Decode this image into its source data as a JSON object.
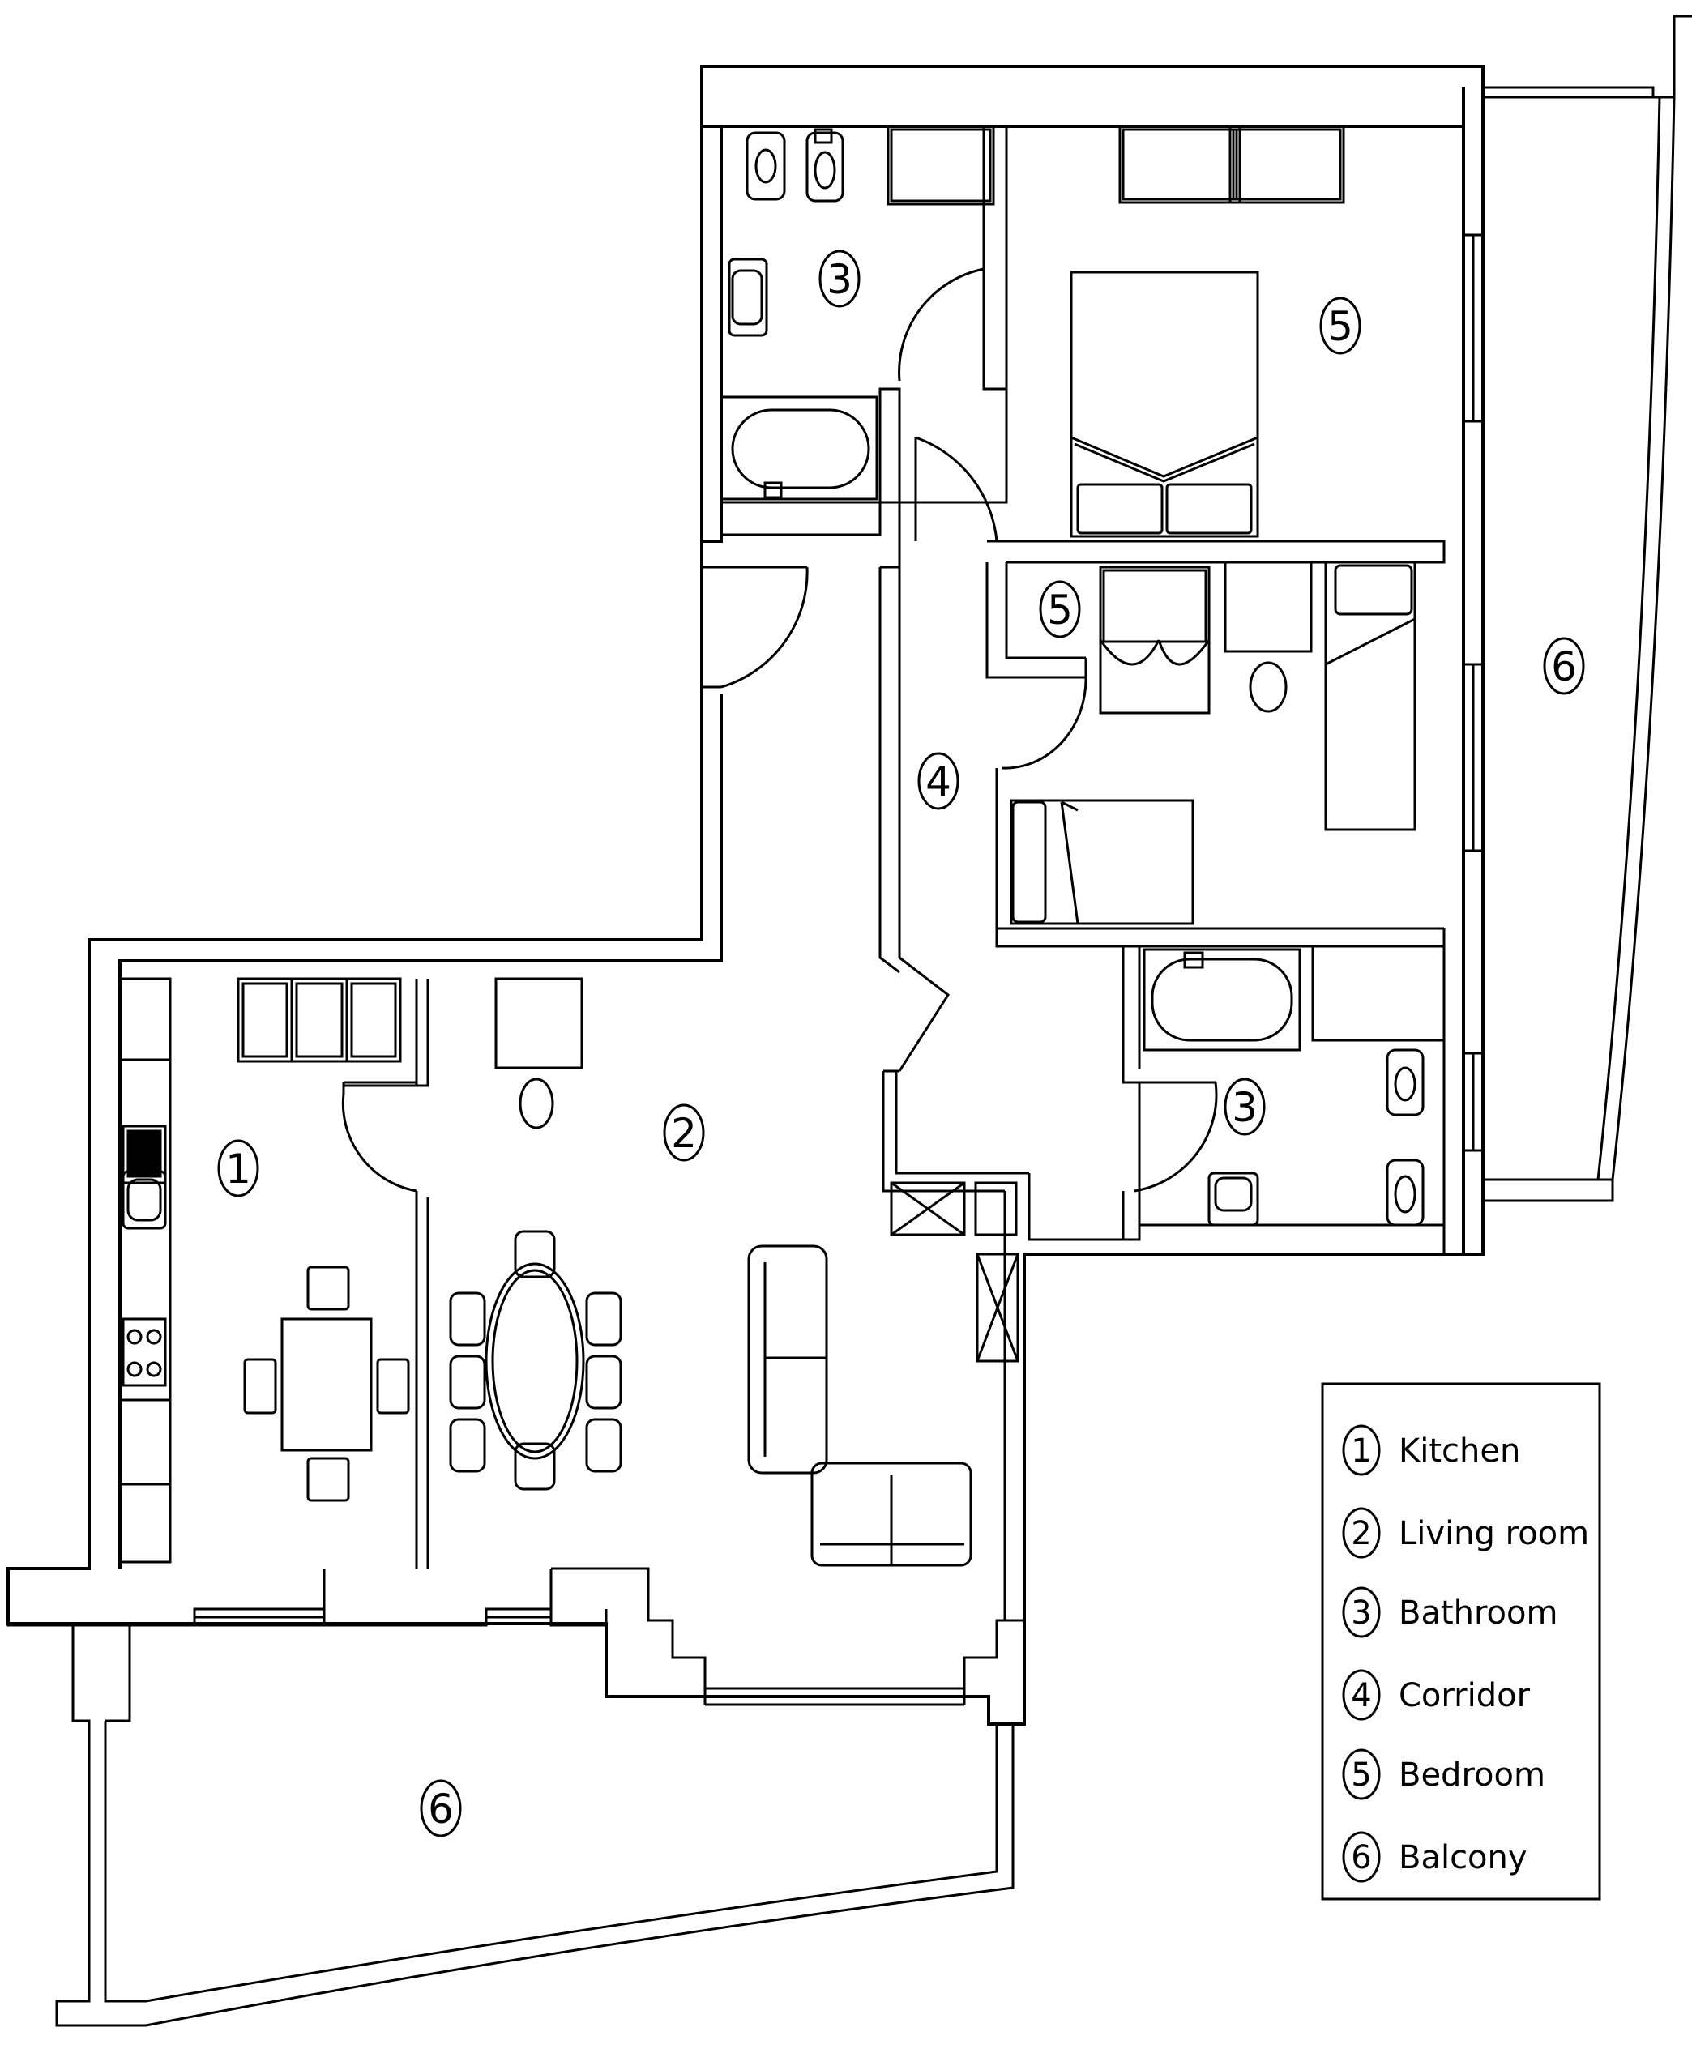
{
  "room_markers": [
    {
      "number": "1",
      "room": "Kitchen"
    },
    {
      "number": "2",
      "room": "Living room"
    },
    {
      "number": "3",
      "room": "Bathroom"
    },
    {
      "number": "3",
      "room": "Bathroom"
    },
    {
      "number": "4",
      "room": "Corridor"
    },
    {
      "number": "5",
      "room": "Bedroom"
    },
    {
      "number": "5",
      "room": "Bedroom"
    },
    {
      "number": "6",
      "room": "Balcony"
    },
    {
      "number": "6",
      "room": "Balcony"
    }
  ],
  "legend": {
    "items": [
      {
        "number": "1",
        "label": "Kitchen"
      },
      {
        "number": "2",
        "label": "Living room"
      },
      {
        "number": "3",
        "label": "Bathroom"
      },
      {
        "number": "4",
        "label": "Corridor"
      },
      {
        "number": "5",
        "label": "Bedroom"
      },
      {
        "number": "6",
        "label": "Balcony"
      }
    ]
  },
  "colors": {
    "line": "#000000",
    "background": "#ffffff"
  }
}
